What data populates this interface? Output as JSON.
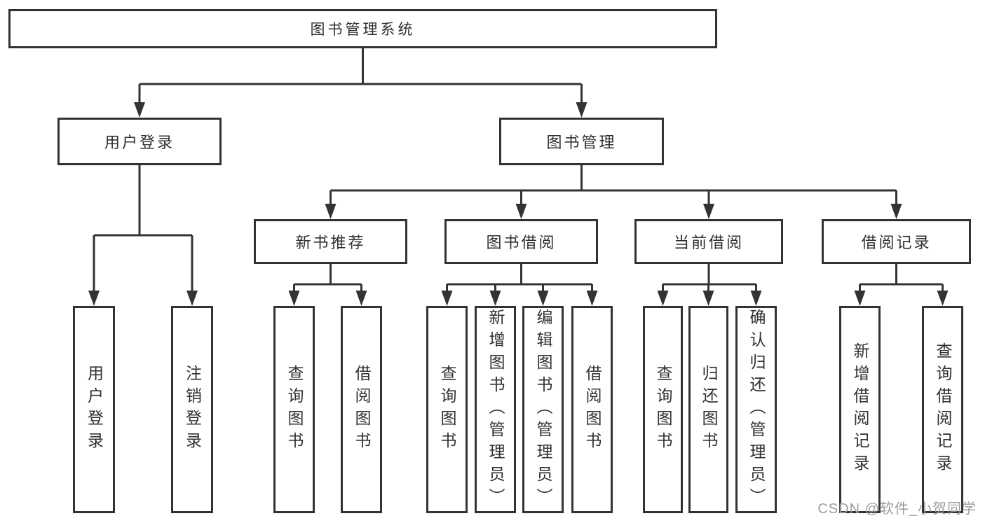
{
  "diagram": {
    "root": {
      "label": "图书管理系统"
    },
    "level2": [
      {
        "label": "用户登录"
      },
      {
        "label": "图书管理"
      }
    ],
    "level3": [
      {
        "label": "新书推荐"
      },
      {
        "label": "图书借阅"
      },
      {
        "label": "当前借阅"
      },
      {
        "label": "借阅记录"
      }
    ],
    "leaves": [
      {
        "label": "用户登录"
      },
      {
        "label": "注销登录"
      },
      {
        "label": "查询图书"
      },
      {
        "label": "借阅图书"
      },
      {
        "label": "查询图书"
      },
      {
        "label": "新增图书（管理员）"
      },
      {
        "label": "编辑图书（管理员）"
      },
      {
        "label": "借阅图书"
      },
      {
        "label": "查询图书"
      },
      {
        "label": "归还图书"
      },
      {
        "label": "确认归还（管理员）"
      },
      {
        "label": "新增借阅记录"
      },
      {
        "label": "查询借阅记录"
      }
    ]
  },
  "watermark": {
    "text": "CSDN @软件_小贺同学"
  },
  "colors": {
    "line": "#333333",
    "text": "#303030",
    "watermark": "#9e9e9e",
    "background": "#ffffff"
  }
}
